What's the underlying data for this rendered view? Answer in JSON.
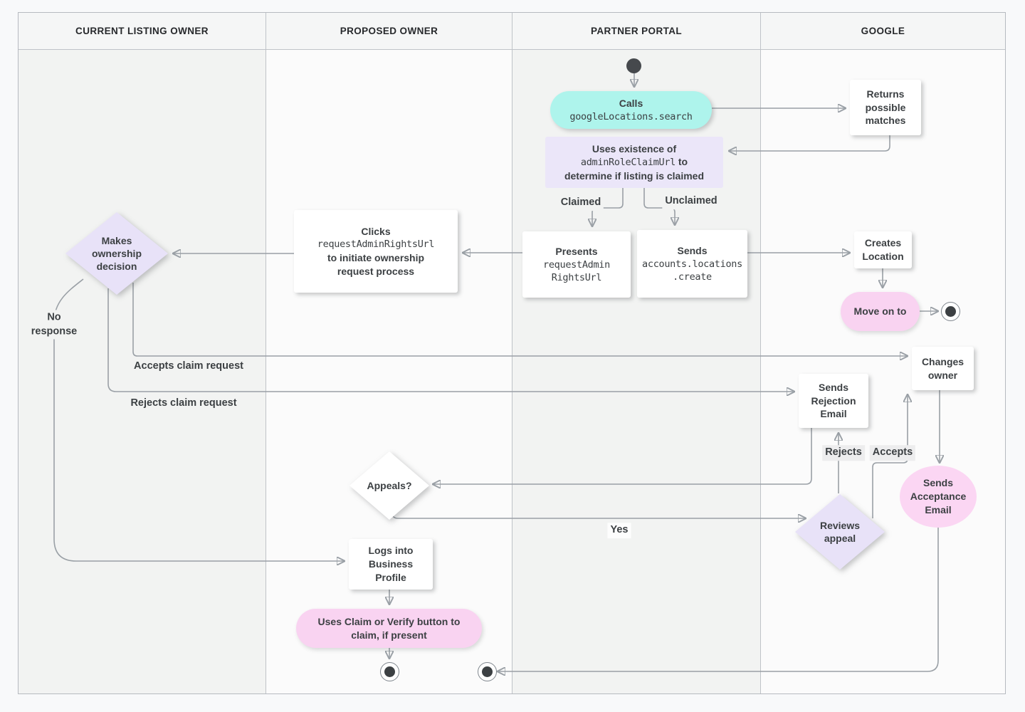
{
  "lanes": [
    {
      "label": "CURRENT LISTING OWNER"
    },
    {
      "label": "PROPOSED OWNER"
    },
    {
      "label": "PARTNER PORTAL"
    },
    {
      "label": "GOOGLE"
    }
  ],
  "nodes": {
    "calls": {
      "title": "Calls",
      "code": "googleLocations.search"
    },
    "returns": {
      "text": "Returns possible matches"
    },
    "uses_existence": {
      "line1": "Uses existence of",
      "code": "adminRoleClaimUrl",
      "line1_suffix": " to",
      "line2": "determine if listing is claimed"
    },
    "presents": {
      "title": "Presents",
      "code_line1": "requestAdmin",
      "code_line2": "RightsUrl"
    },
    "sends_create": {
      "title": "Sends",
      "code_line1": "accounts.locations",
      "code_line2": ".create"
    },
    "clicks": {
      "title": "Clicks",
      "code": "requestAdminRightsUrl",
      "line2": "to initiate ownership",
      "line3": "request process"
    },
    "makes_decision": {
      "text": "Makes ownership decision"
    },
    "creates_location": {
      "text": "Creates Location"
    },
    "move_on": {
      "text": "Move on to"
    },
    "changes_owner": {
      "text": "Changes owner"
    },
    "sends_rejection": {
      "text": "Sends Rejection Email"
    },
    "appeals": {
      "text": "Appeals?"
    },
    "reviews_appeal": {
      "text": "Reviews appeal"
    },
    "sends_acceptance": {
      "text": "Sends Acceptance Email"
    },
    "logs_in": {
      "text": "Logs into Business Profile"
    },
    "uses_claim": {
      "text": "Uses Claim or Verify button to claim, if present"
    }
  },
  "edge_labels": {
    "claimed": "Claimed",
    "unclaimed": "Unclaimed",
    "no_response": "No response",
    "accepts_claim": "Accepts claim request",
    "rejects_claim": "Rejects claim request",
    "rejects": "Rejects",
    "accepts": "Accepts",
    "yes": "Yes"
  },
  "colors": {
    "teal": "#aef4ec",
    "lavender_box": "#ebe6f9",
    "lavender_diamond": "#e8e2f8",
    "pink": "#f9d3f1",
    "line": "#9aa0a6",
    "text": "#3c4043"
  }
}
